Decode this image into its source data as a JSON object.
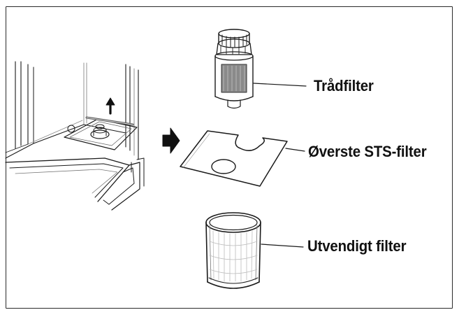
{
  "labels": {
    "trad_filter": "Trådfilter",
    "overste_sts_filter": "Øverste STS-filter",
    "utvendigt_filter": "Utvendigt filter"
  },
  "colors": {
    "line": "#1a1a1a",
    "shade": "#9a9a9a",
    "light_shade": "#d4d4d4"
  }
}
